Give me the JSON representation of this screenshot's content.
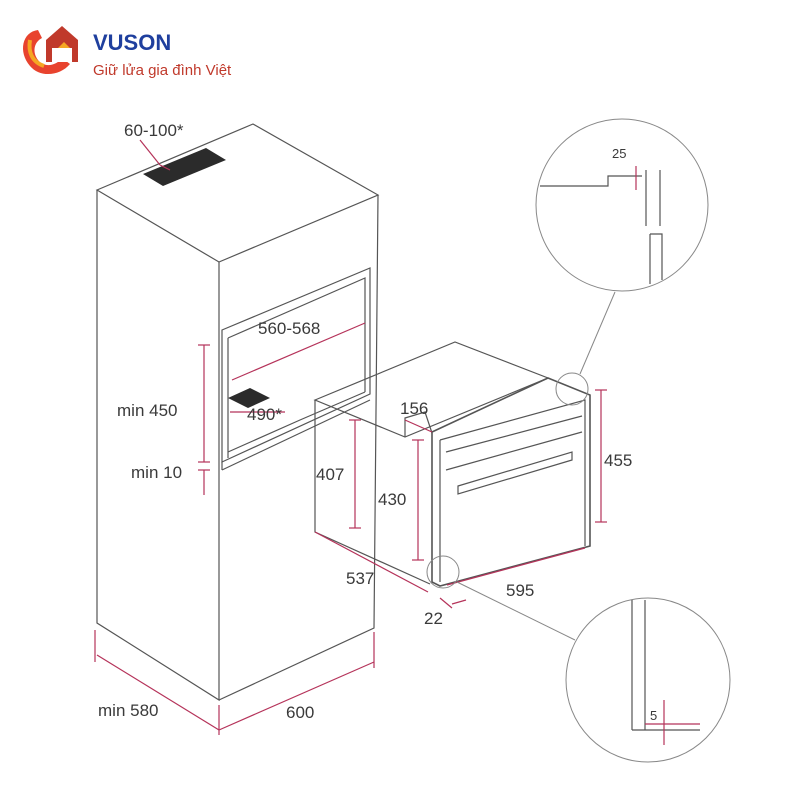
{
  "brand": {
    "name": "VUSON",
    "tagline": "Giữ lửa gia đình Việt",
    "name_color": "#1f3f9e",
    "tagline_color": "#c0392b",
    "logo_colors": [
      "#e8432e",
      "#f5a623",
      "#c0392b"
    ]
  },
  "dimensions": {
    "top_opening": "60-100*",
    "niche_width": "560-568",
    "niche_height": "min 450",
    "gap_below": "min 10",
    "vent_depth": "490*",
    "cabinet_depth": "min 580",
    "cabinet_width": "600",
    "oven_step": "156",
    "oven_body_height": "407",
    "oven_inner_height": "430",
    "oven_front_height": "455",
    "oven_depth": "537",
    "door_offset": "22",
    "oven_width": "595",
    "detail_top": "25",
    "detail_bottom": "5"
  },
  "colors": {
    "dimension_line": "#b5335a",
    "outline": "#555555"
  }
}
